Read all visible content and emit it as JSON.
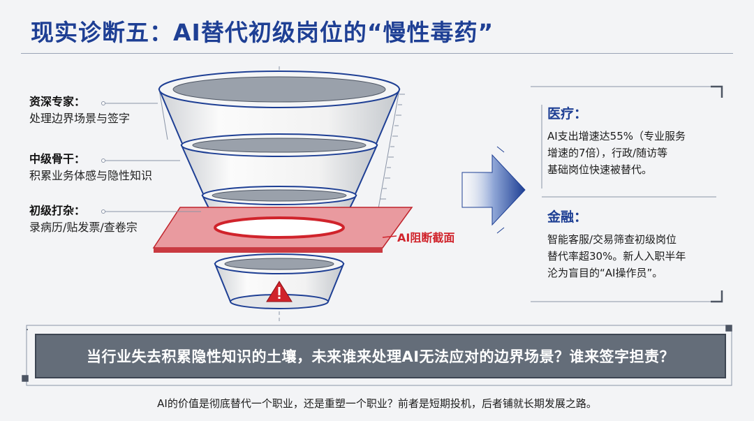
{
  "title": "现实诊断五：AI替代初级岗位的“慢性毒药”",
  "tiers": [
    {
      "title": "资深专家：",
      "desc": "处理边界场景与签字"
    },
    {
      "title": "中级骨干：",
      "desc": "积累业务体感与隐性知识"
    },
    {
      "title": "初级打杂：",
      "desc": "录病历/贴发票/查卷宗"
    }
  ],
  "cut_label": "AI阻断截面",
  "warning_icon": "warning-icon",
  "panel": {
    "sections": [
      {
        "title": "医疗：",
        "lines": [
          "AI支出增速达55%（专业服务",
          "增速的7倍），行政/随访等",
          "基础岗位快速被替代。"
        ]
      },
      {
        "title": "金融：",
        "lines": [
          "智能客服/交易筛查初级岗位",
          "替代率超30%。新人入职半年",
          "沦为盲目的“AI操作员”。"
        ]
      }
    ]
  },
  "banner": "当行业失去积累隐性知识的土壤，未来谁来处理AI无法应对的边界场景？谁来签字担责？",
  "footer": "AI的价值是彻底替代一个职业，还是重塑一个职业？前者是短期投机，后者铺就长期发展之路。",
  "colors": {
    "title": "#1e3f94",
    "cut": "#d0232b",
    "cut_fill": "#e99a9f",
    "banner": "#646d79"
  }
}
